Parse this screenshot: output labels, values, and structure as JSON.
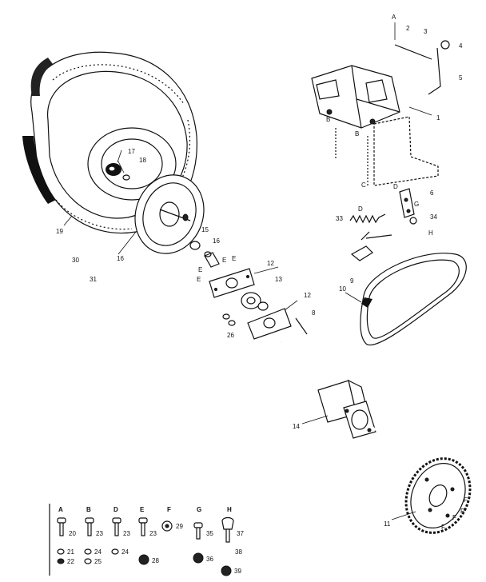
{
  "callouts": {
    "c1": "1",
    "c2": "2",
    "c3": "3",
    "c4": "4",
    "c5": "5",
    "c6": "6",
    "c8": "8",
    "c9": "9",
    "c10": "10",
    "c11": "11",
    "c12a": "12",
    "c12b": "12",
    "c13": "13",
    "c14": "14",
    "c15": "15",
    "c16a": "16",
    "c16b": "16",
    "c17": "17",
    "c18": "18",
    "c19": "19",
    "c26": "26",
    "c30": "30",
    "c31": "31",
    "c33": "33",
    "c34": "34"
  },
  "letters": {
    "A": "A",
    "B": "B",
    "C": "C",
    "D": "D",
    "E": "E",
    "F": "F",
    "G": "G",
    "H": "H"
  },
  "hardware_key": {
    "headers": [
      "A",
      "B",
      "D",
      "E",
      "F",
      "G",
      "H"
    ],
    "numbers": [
      "20",
      "21",
      "22",
      "23",
      "24",
      "25",
      "23",
      "24",
      "23",
      "29",
      "28",
      "35",
      "36",
      "37",
      "38",
      "39"
    ]
  }
}
